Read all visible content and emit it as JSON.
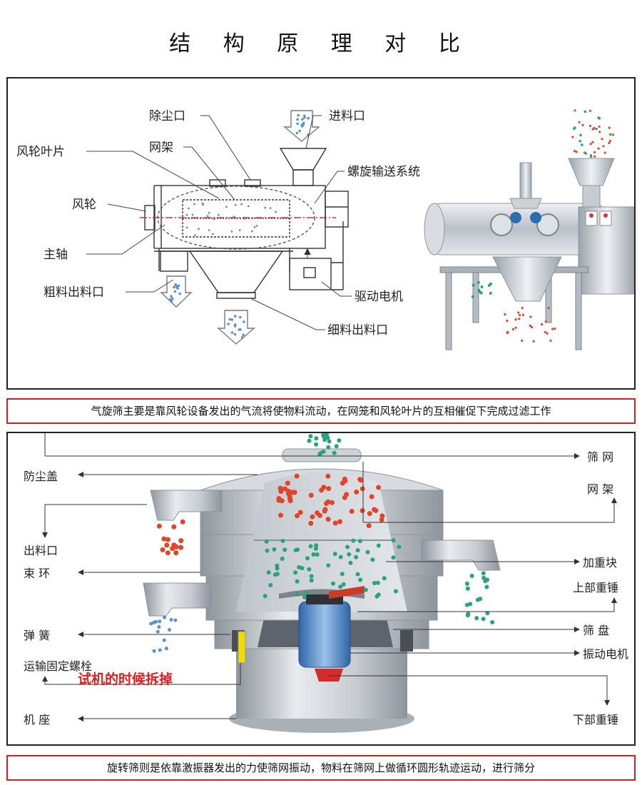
{
  "title": "结 构 原 理 对 比",
  "panel1": {
    "labels": {
      "dust_outlet": "除尘口",
      "inlet": "进料口",
      "fan_blades": "风轮叶片",
      "screen_frame": "网架",
      "spiral_conveyor": "螺旋输送系统",
      "fan_wheel": "风轮",
      "main_shaft": "主轴",
      "coarse_outlet": "粗料出料口",
      "drive_motor": "驱动电机",
      "fine_outlet": "细料出料口"
    },
    "caption": "气旋筛主要是靠风轮设备发出的气流将使物料流动，在网笼和风轮叶片的互相催促下完成过滤工作"
  },
  "panel2": {
    "labels": {
      "dust_cover": "防尘盖",
      "outlet": "出料口",
      "clamp_ring": "束 环",
      "spring": "弹 簧",
      "transport_bolt": "运输固定螺栓",
      "remove_note": "试机的时候拆掉",
      "base": "机 座",
      "screen_mesh": "筛 网",
      "mesh_frame": "网 架",
      "weight_block": "加重块",
      "upper_weight": "上部重锤",
      "screen_tray": "筛 盘",
      "vibration_motor": "振动电机",
      "lower_weight": "下部重锤"
    },
    "caption": "旋转筛则是依靠激振器发出的力使筛网振动，物料在筛网上做循环圆形轨迹运动，进行筛分"
  },
  "colors": {
    "caption_border": "#d82020",
    "note_red": "#e02020",
    "particle_red": "#e0452a",
    "particle_green": "#2aa37a",
    "particle_blue": "#5b8fd6",
    "motor_blue": "#4f86c6",
    "steel": "#c8cdd2"
  }
}
